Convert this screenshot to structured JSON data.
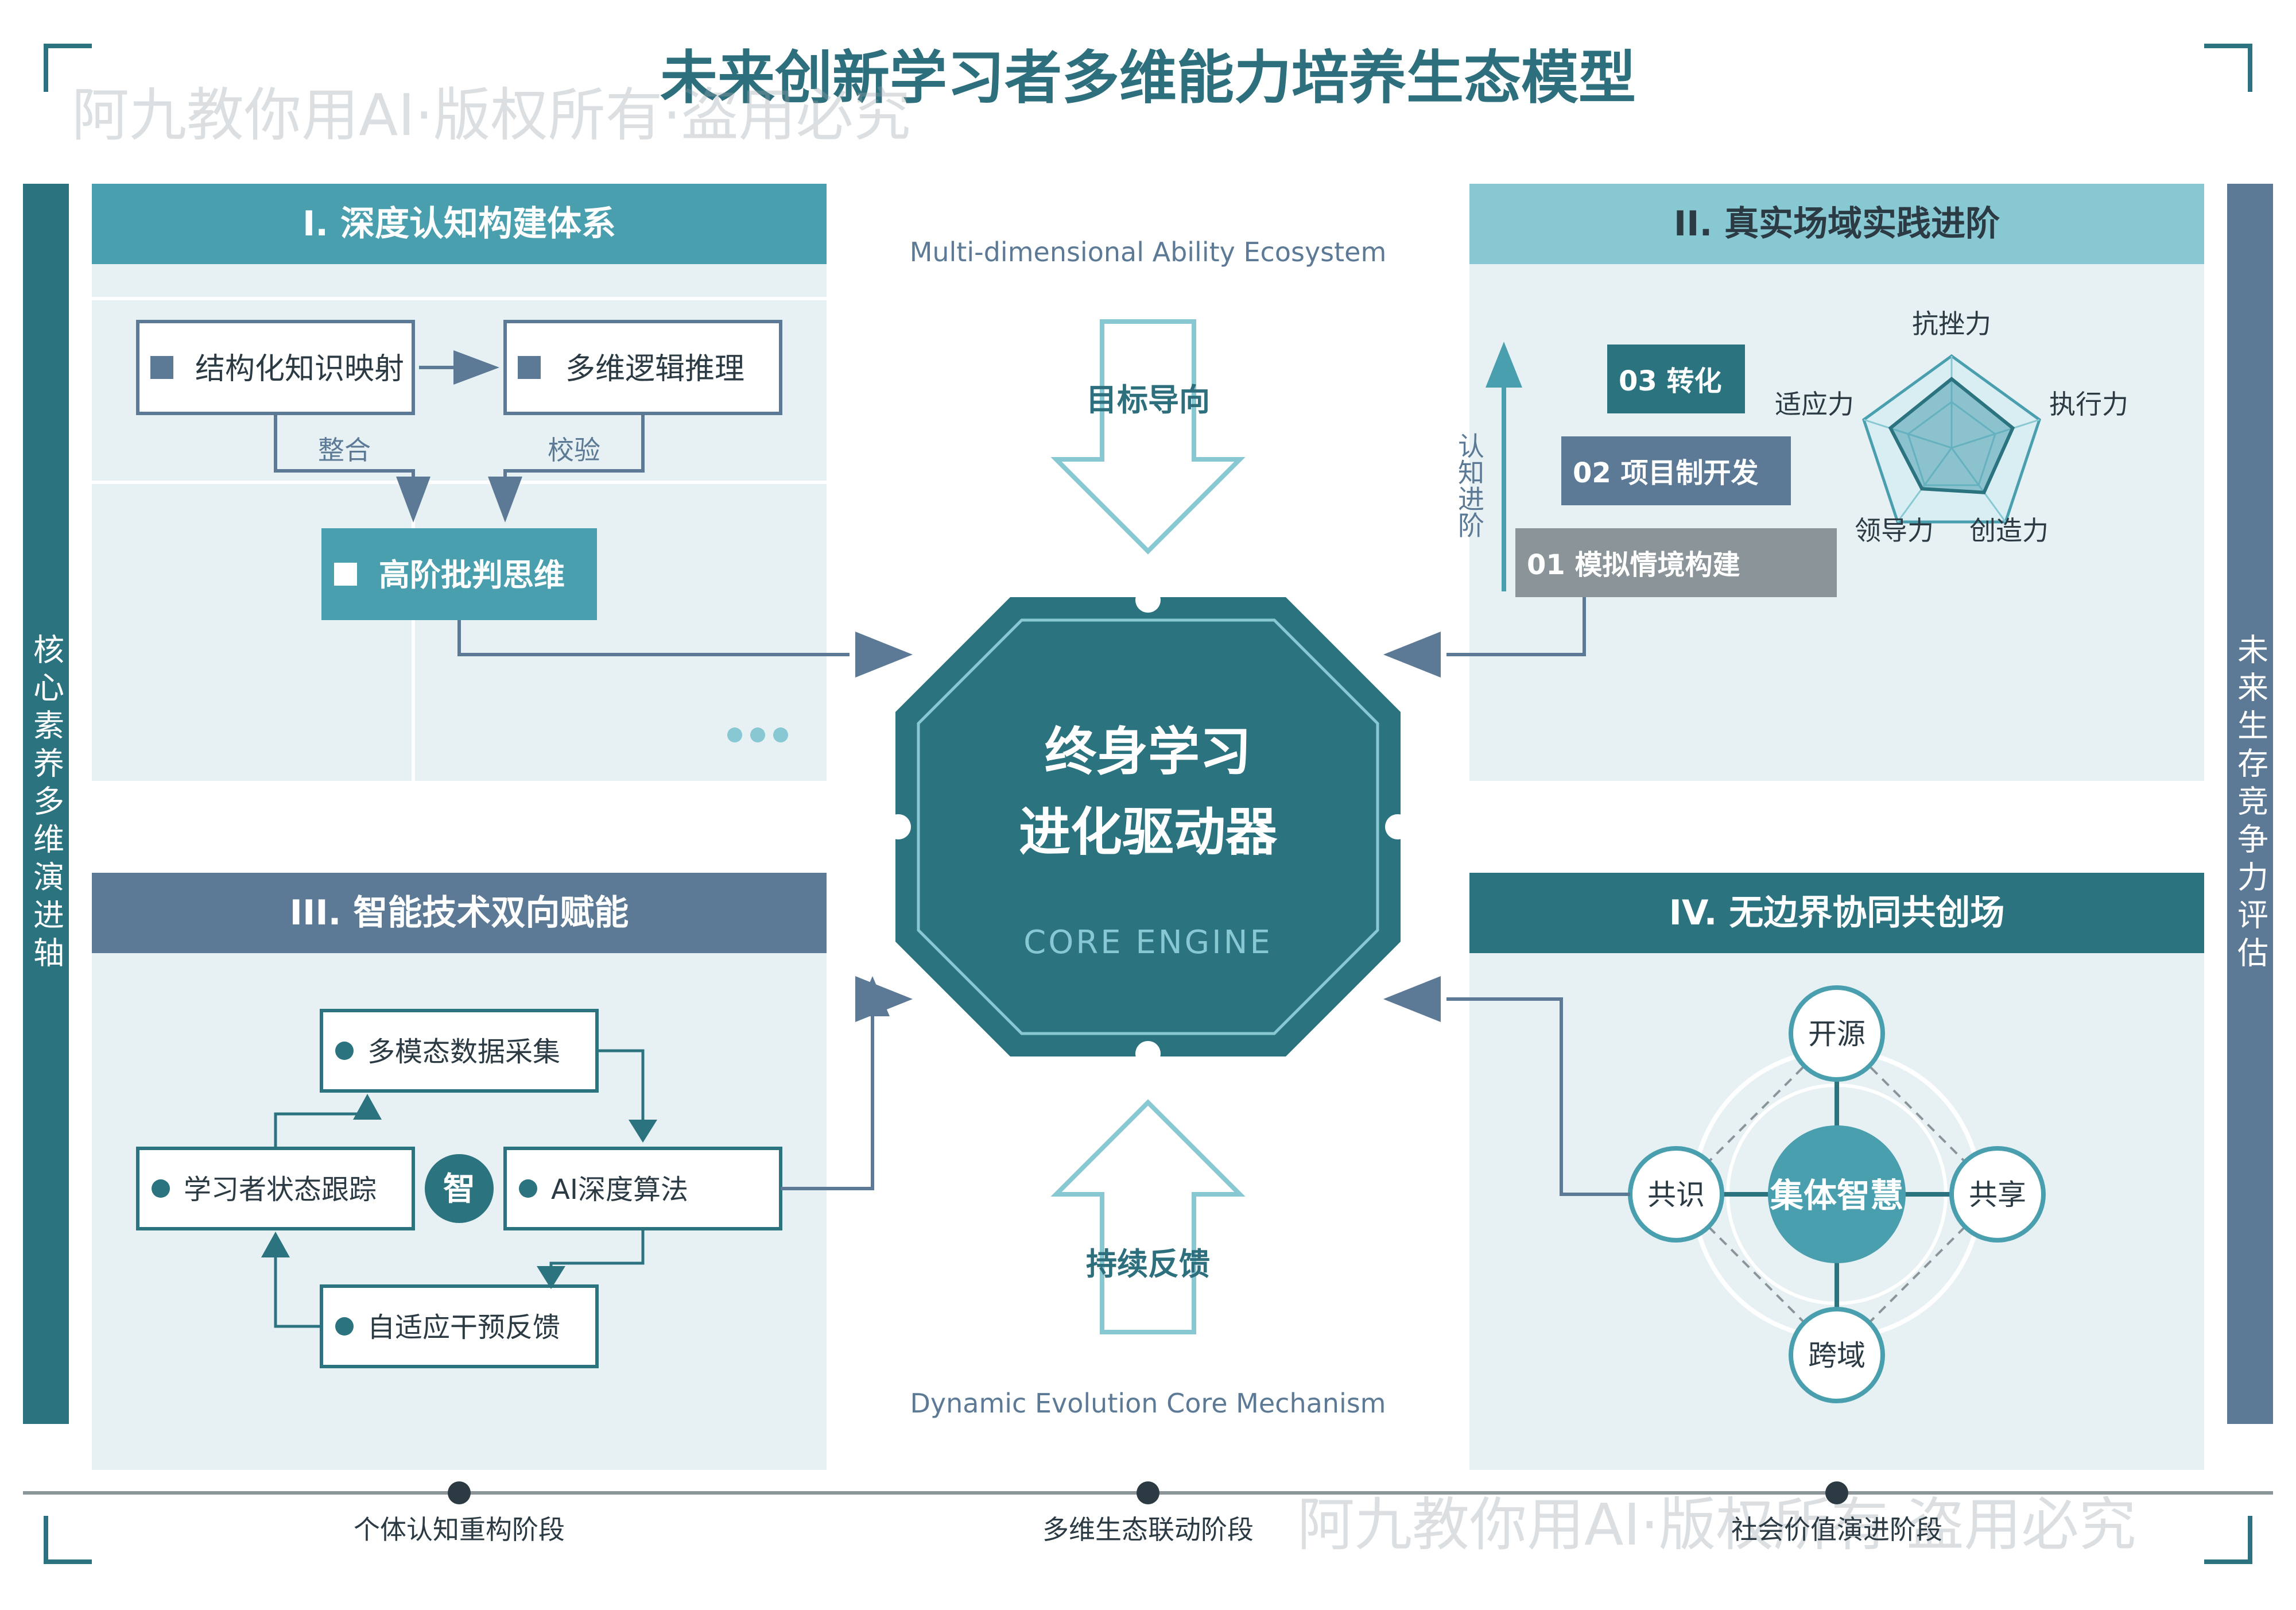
{
  "title": "未来创新学习者多维能力培养生态模型",
  "watermark": "阿九教你用AI·版权所有·盗用必究",
  "colors": {
    "teal_dark": "#2c7380",
    "teal": "#4a9fae",
    "teal_light": "#88c8d3",
    "slate": "#5c7a95",
    "gray": "#8a9499",
    "panel_bg": "#e7f1f4",
    "title_color": "#2d6f7c",
    "box_text": "#2b3a43"
  },
  "side_left": "核心素养多维演进轴",
  "side_right": "未来生存竞争力评估",
  "panel1": {
    "header": "I. 深度认知构建体系",
    "box_a": "结构化知识映射",
    "box_b": "多维逻辑推理",
    "box_c": "高阶批判思维",
    "label_integrate": "整合",
    "label_verify": "校验"
  },
  "panel2": {
    "header": "II. 真实场域实践进阶",
    "axis_label": "认知进阶",
    "steps": [
      "03 转化",
      "02 项目制开发",
      "01 模拟情境构建"
    ],
    "radar_labels": [
      "抗挫力",
      "执行力",
      "创造力",
      "领导力",
      "适应力"
    ],
    "radar_values": [
      0.75,
      0.7,
      0.6,
      0.55,
      0.7
    ]
  },
  "panel3": {
    "header": "III. 智能技术双向赋能",
    "cycle": [
      "多模态数据采集",
      "AI深度算法",
      "自适应干预反馈",
      "学习者状态跟踪"
    ],
    "center": "智"
  },
  "panel4": {
    "header": "IV. 无边界协同共创场",
    "center": "集体智慧",
    "nodes": [
      "开源",
      "共享",
      "跨域",
      "共识"
    ]
  },
  "center": {
    "top_label": "Multi-dimensional Ability Ecosystem",
    "bottom_label": "Dynamic Evolution Core Mechanism",
    "arrow_down": "目标导向",
    "arrow_up": "持续反馈",
    "core_line1": "终身学习",
    "core_line2": "进化驱动器",
    "core_sub": "CORE ENGINE"
  },
  "timeline": [
    "个体认知重构阶段",
    "多维生态联动阶段",
    "社会价值演进阶段"
  ]
}
